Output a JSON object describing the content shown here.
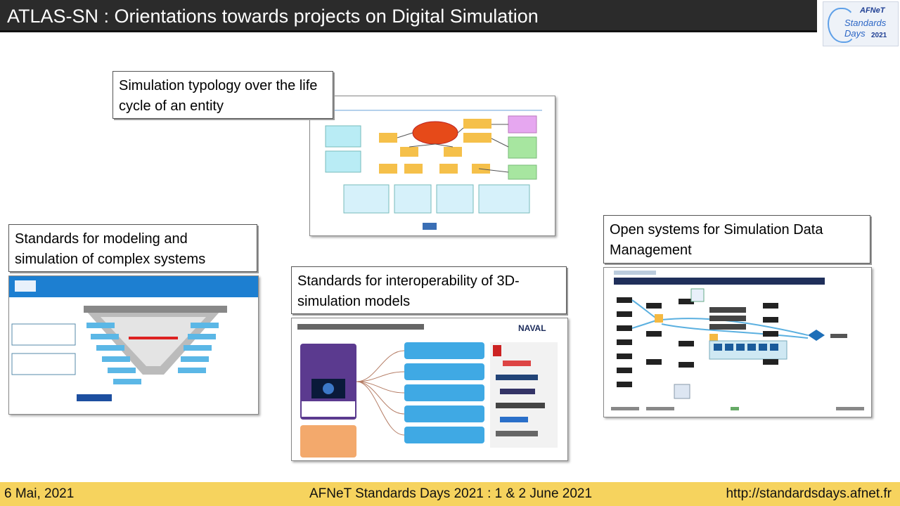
{
  "title": "ATLAS-SN : Orientations towards projects on Digital Simulation",
  "logo": {
    "brand": "AFNeT",
    "name": "Standards Days",
    "year": "2021"
  },
  "panels": {
    "typology": {
      "label": "Simulation typology over  the life cycle of an entity"
    },
    "modeling": {
      "label": "Standards for modeling and simulation of complex systems"
    },
    "interop": {
      "label": "Standards for interoperability of 3D-simulation models"
    },
    "sdm": {
      "label": "Open systems for Simulation Data Management"
    }
  },
  "footer": {
    "date": "6 Mai, 2021",
    "event": "AFNeT Standards Days 2021 : 1 & 2 June 2021",
    "url": "http://standardsdays.afnet.fr"
  }
}
